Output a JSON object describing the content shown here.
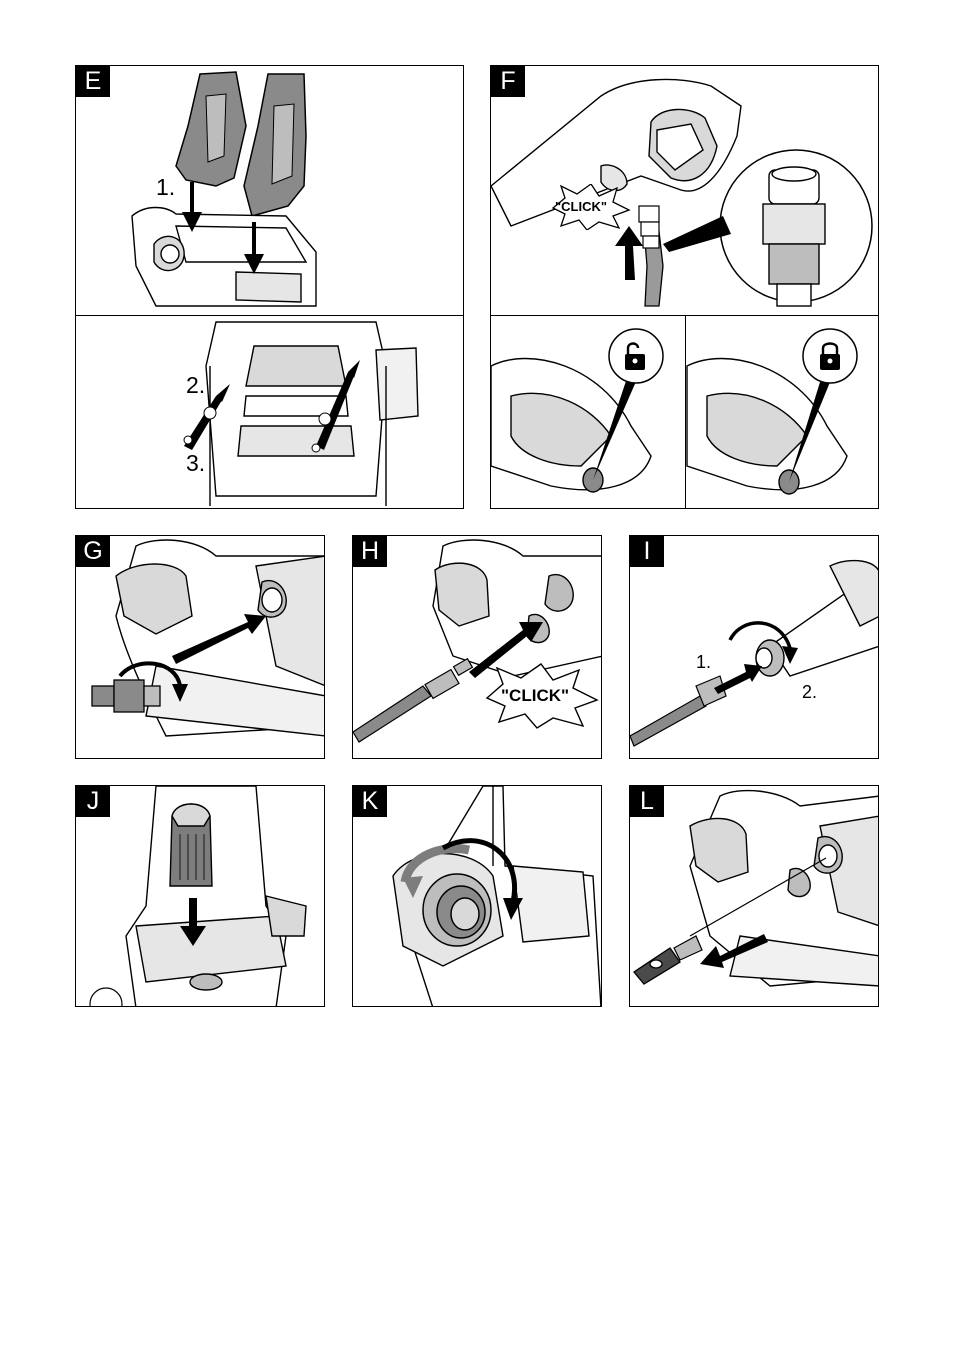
{
  "panels": {
    "E": {
      "label": "E",
      "steps": [
        "1.",
        "2.",
        "3."
      ]
    },
    "F": {
      "label": "F",
      "sound": "\"CLICK\""
    },
    "G": {
      "label": "G"
    },
    "H": {
      "label": "H",
      "sound": "\"CLICK\""
    },
    "I": {
      "label": "I",
      "steps": [
        "1.",
        "2."
      ]
    },
    "J": {
      "label": "J"
    },
    "K": {
      "label": "K"
    },
    "L": {
      "label": "L"
    }
  },
  "icons": {
    "unlock": "unlocked-padlock-icon",
    "lock": "locked-padlock-icon"
  },
  "colors": {
    "ink": "#000000",
    "shade": "#7d7d7d",
    "light": "#cfcfcf"
  }
}
